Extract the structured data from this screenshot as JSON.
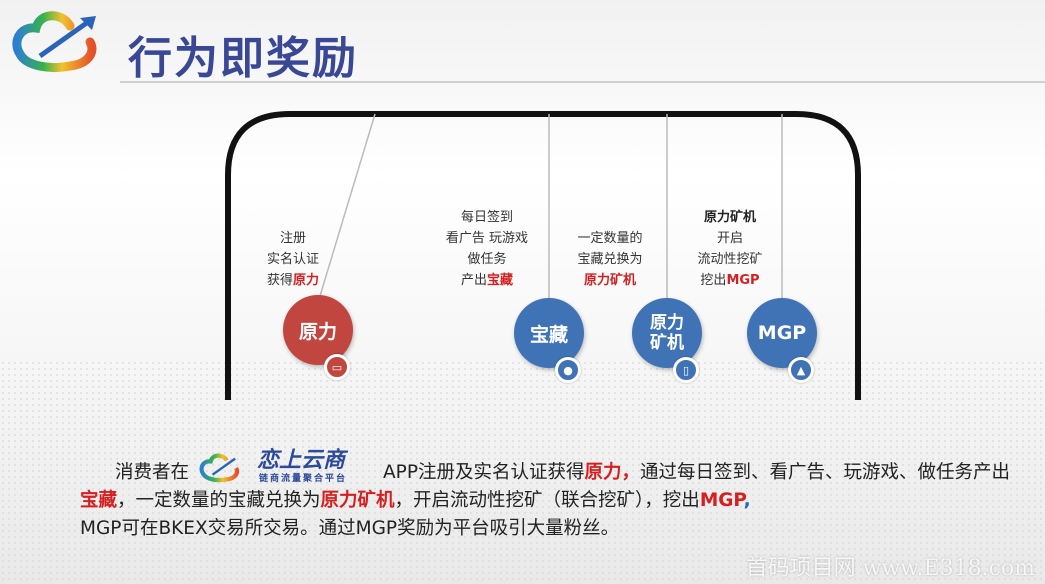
{
  "header": {
    "title": "行为即奖励"
  },
  "steps": [
    {
      "circle": "原力",
      "lines": [
        "注册",
        "实名认证"
      ],
      "last_prefix": "获得",
      "last_highlight": "原力",
      "icon": "screen-icon",
      "color": "#c0463f"
    },
    {
      "circle": "宝藏",
      "lines": [
        "每日签到",
        "看广告 玩游戏",
        "做任务"
      ],
      "last_prefix": "产出",
      "last_highlight": "宝藏",
      "icon": "wechat-icon",
      "color": "#3f73b6"
    },
    {
      "circle": "原力矿机",
      "circle_l1": "原力",
      "circle_l2": "矿机",
      "lines": [
        "一定数量的",
        "宝藏兑换为"
      ],
      "last_prefix": "",
      "last_highlight": "原力矿机",
      "icon": "phone-icon",
      "color": "#3f73b6"
    },
    {
      "circle": "MGP",
      "lines": [
        "原力矿机",
        "开启",
        "流动性挖矿"
      ],
      "last_prefix": "挖出",
      "last_highlight": "MGP",
      "icon": "android-icon",
      "color": "#3f73b6"
    }
  ],
  "brand": {
    "name": "恋上云商",
    "tagline": "链商流量聚合平台"
  },
  "paragraph": {
    "p1": "消费者在",
    "p2": "APP注册及实名认证获得",
    "h1": "原力，",
    "p3": "通过每日签到、看广告、玩游戏、做任务产出",
    "h2": "宝藏",
    "p4": "，一定数量的宝藏兑换为",
    "h3": "原力矿机",
    "p5": "，开启流动性挖矿（联合挖矿），挖出",
    "h4": "MGP",
    "p6": ",",
    "p7": "MGP可在BKEX交易所交易。通过MGP奖励为平台吸引大量粉丝。"
  },
  "watermark": "首码项目网 www.E318.com"
}
